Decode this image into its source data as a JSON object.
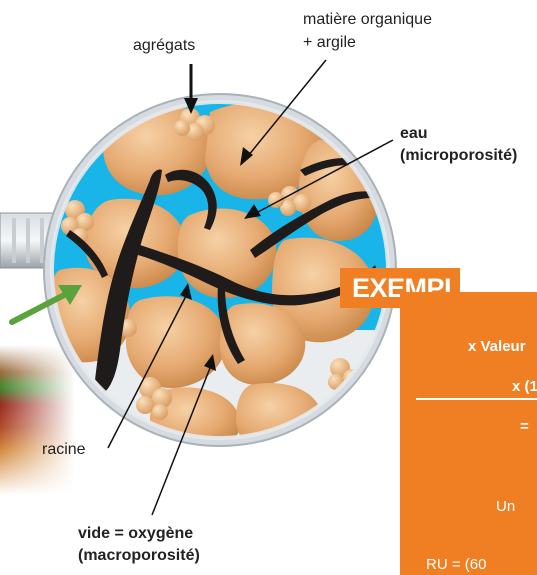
{
  "labels": {
    "agregats": "agrégats",
    "matiere": "matière organique",
    "argile": "+ argile",
    "eau": "eau",
    "microporosite": "(microporosité)",
    "racine": "racine",
    "vide": "vide = oxygène",
    "macroporosite": "(macroporosité)"
  },
  "exemple": {
    "title": "EXEMPLE",
    "line1": "x Valeur",
    "line2": "x (1",
    "line3": "=",
    "line4": "Un",
    "line5": "RU = (60"
  },
  "colors": {
    "aggregate": "#e8b07a",
    "water": "#19b5e8",
    "root": "#1e1b1a",
    "arrow_green": "#5aa23c",
    "panel": "#ef7f22"
  }
}
